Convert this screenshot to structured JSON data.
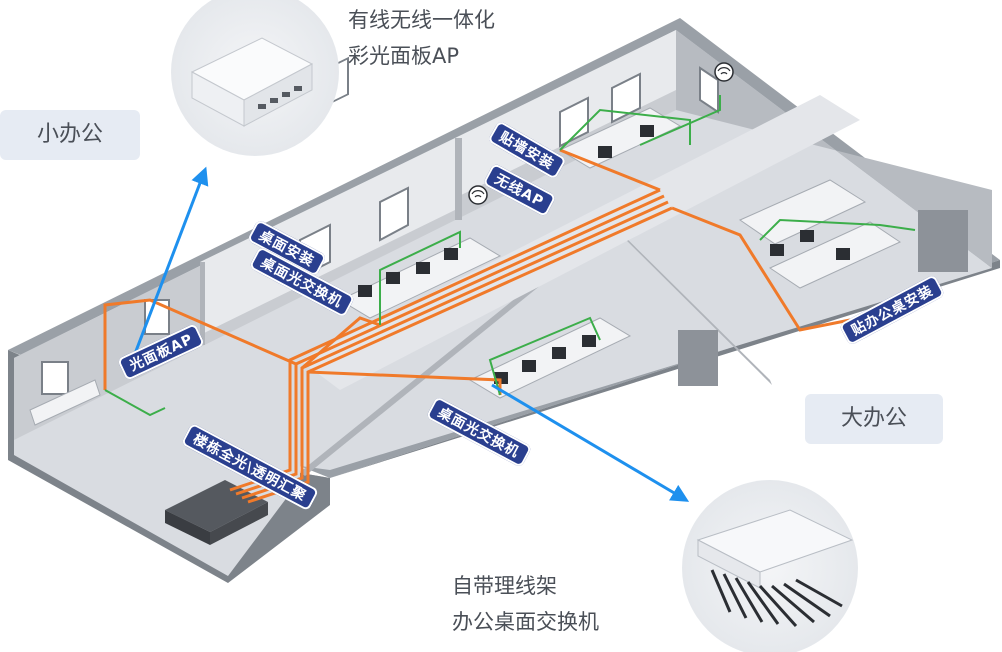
{
  "labels": {
    "small_office": "小办公",
    "large_office": "大办公"
  },
  "captions": {
    "ap_product": [
      "有线无线一体化",
      "彩光面板AP"
    ],
    "switch_product": [
      "自带理线架",
      "办公桌面交换机"
    ]
  },
  "tags": {
    "panel_ap": "光面板AP",
    "desk_install": "桌面安装",
    "desk_optical_switch_left": "桌面光交换机",
    "wireless_ap": "无线AP",
    "wall_install": "贴墙安装",
    "under_desk_install": "贴办公桌安装",
    "desk_optical_switch_center": "桌面光交换机",
    "building_trunk": "楼栋全光\\透明汇聚"
  },
  "colors": {
    "fiber": "#f07a2a",
    "ethernet": "#3cae4a",
    "arrow": "#1e90ee",
    "tag_bg": "#2a3f8f",
    "floor": "#d7dadf",
    "wall": "#8c9097",
    "label_bg": "#e6ebf3"
  }
}
